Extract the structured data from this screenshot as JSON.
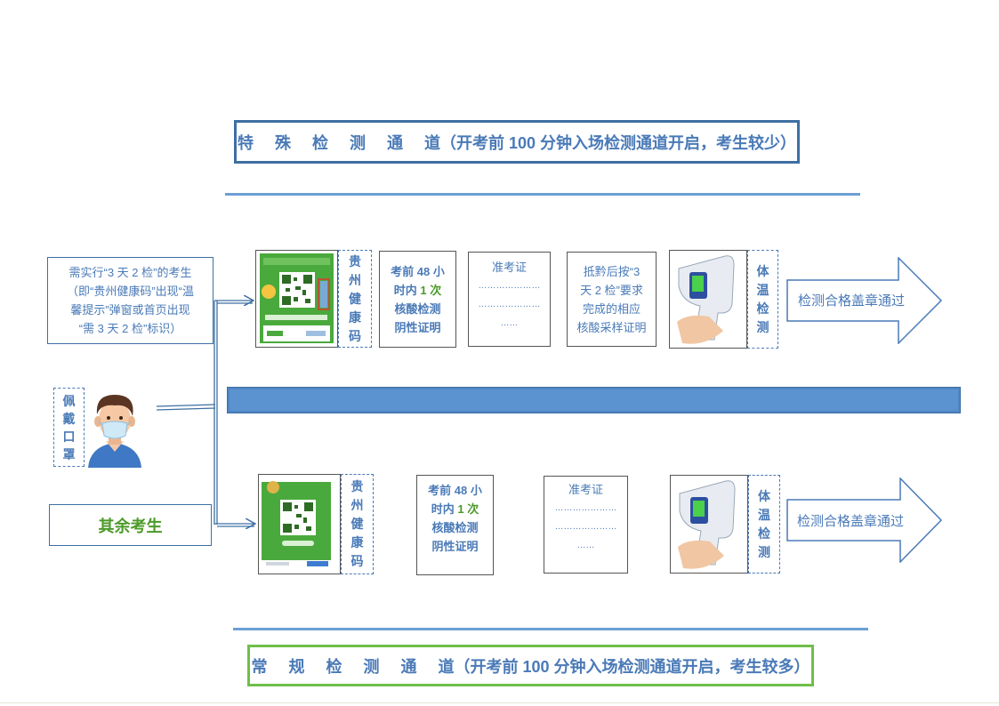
{
  "special_channel": {
    "chars": [
      "特",
      "殊",
      "检",
      "测",
      "通",
      "道"
    ],
    "suffix": "（开考前 100 分钟入场检测通道开启，考生较少）"
  },
  "regular_channel": {
    "chars": [
      "常",
      "规",
      "检",
      "测",
      "通",
      "道"
    ],
    "suffix": "（开考前 100 分钟入场检测通道开启，考生较多）"
  },
  "mask_label": [
    "佩",
    "戴",
    "口",
    "罩"
  ],
  "special_note": [
    "需实行“3 天 2 检”的考生",
    "（即“贵州健康码”出现“温",
    "馨提示”弹窗或首页出现",
    "“需 3 天 2 检”标识）"
  ],
  "other_examinees": "其余考生",
  "health_code_label": [
    "贵",
    "州",
    "健",
    "康",
    "码"
  ],
  "nucleic_test": {
    "lines": [
      "考前 48 小",
      "时内",
      "1 次",
      "核酸检测",
      "阴性证明"
    ]
  },
  "admission_ticket": {
    "title": "准考证",
    "dots": [
      "…………………",
      "…………………",
      "……"
    ]
  },
  "guizhou_proof": [
    "抵黔后按“3",
    "天 2 检”要求",
    "完成的相应",
    "核酸采样证明"
  ],
  "temperature_label": [
    "体",
    "温",
    "检",
    "测"
  ],
  "pass_label": "检测合格盖章通过",
  "colors": {
    "accent_blue": "#4a7ab7",
    "border_blue": "#3d6fa3",
    "accent_green": "#4c9a2a",
    "band_blue": "#5b93d0"
  },
  "icons": [
    "person-with-mask-icon",
    "health-qr-code-icon",
    "infrared-thermometer-icon",
    "right-arrow-icon"
  ]
}
